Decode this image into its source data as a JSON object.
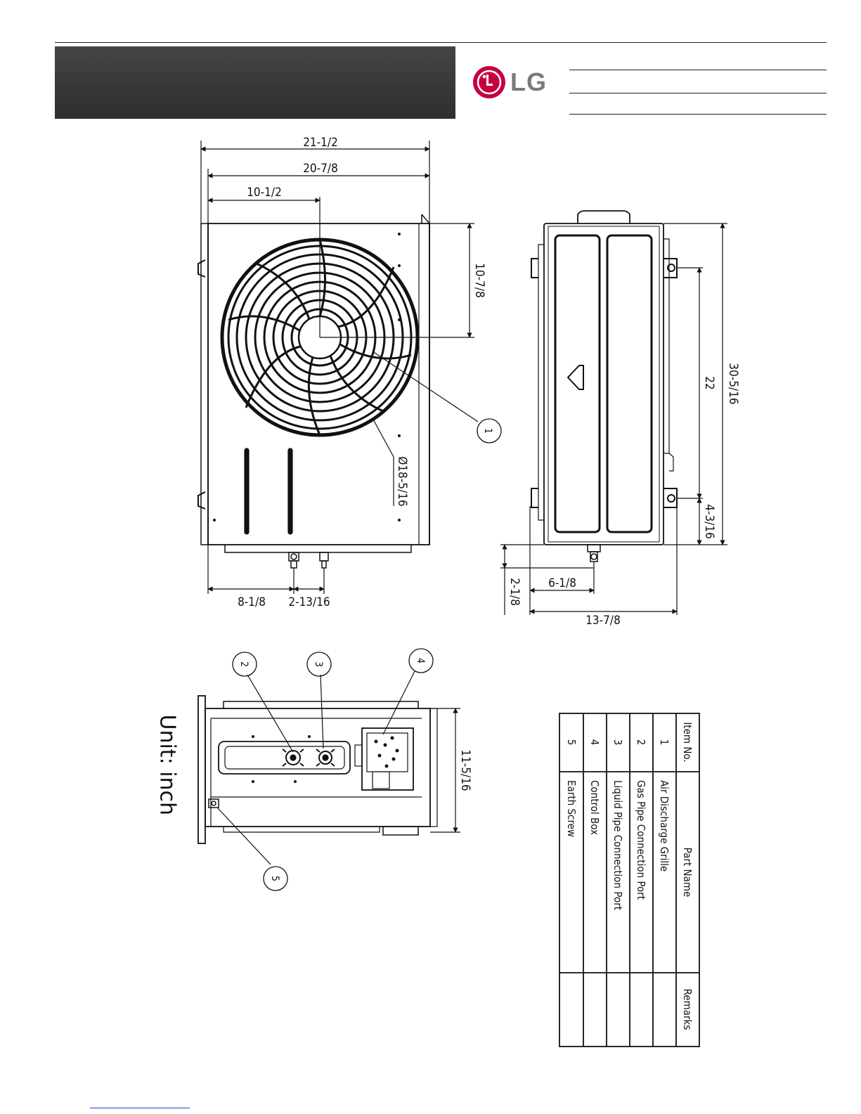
{
  "brand": {
    "name": "LG",
    "logo_color": "#c5003e"
  },
  "unit_label": "Unit: inch",
  "dimensions": {
    "front": {
      "overall_width": "21-1/2",
      "body_width": "20-7/8",
      "fan_center_x": "10-1/2",
      "fan_center_y": "10-7/8",
      "fan_diameter": "Ø18-5/16",
      "pipe_offset": "8-1/8",
      "pipe_spacing": "2-13/16"
    },
    "side": {
      "overall_height": "30-5/16",
      "mount_spacing": "22",
      "mount_bottom": "4-3/16",
      "pipe_projection": "2-1/8",
      "pipe_to_back": "6-1/8",
      "depth": "13-7/8"
    },
    "top": {
      "depth": "11-5/16"
    }
  },
  "callouts": [
    "1",
    "2",
    "3",
    "4",
    "5"
  ],
  "parts_table": {
    "headers": [
      "Item No.",
      "Part Name",
      "Remarks"
    ],
    "rows": [
      {
        "no": "1",
        "name": "Air Discharge Grille",
        "remarks": ""
      },
      {
        "no": "2",
        "name": "Gas Pipe Connection Port",
        "remarks": ""
      },
      {
        "no": "3",
        "name": "Liquid Pipe Connection Port",
        "remarks": ""
      },
      {
        "no": "4",
        "name": "Control Box",
        "remarks": ""
      },
      {
        "no": "5",
        "name": "Earth Screw",
        "remarks": ""
      }
    ]
  }
}
